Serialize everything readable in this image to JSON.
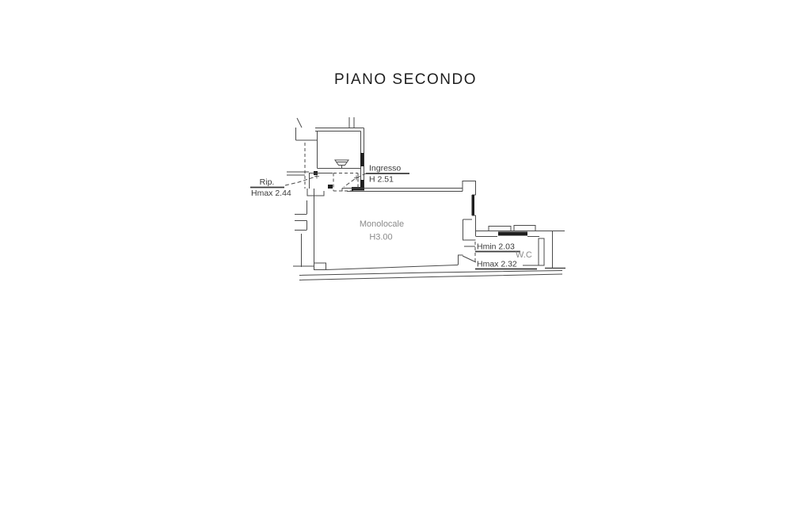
{
  "title": "PIANO SECONDO",
  "plan": {
    "labels": {
      "rip": {
        "name": "Rip.",
        "height": "Hmax 2.44"
      },
      "ingresso": {
        "name": "Ingresso",
        "height": "H 2.51"
      },
      "monolocale": {
        "name": "Monolocale",
        "height": "H3.00"
      },
      "wc": {
        "name": "W.C",
        "hmin": "Hmin 2.03",
        "hmax": "Hmax 2.32"
      }
    },
    "colors": {
      "wall_line": "#4a4a4a",
      "window_fill": "#1f1f1f",
      "dark_text": "#3a3a3a",
      "light_text": "#8a8a8a",
      "title_text": "#1f1f1f",
      "background": "#ffffff"
    }
  }
}
